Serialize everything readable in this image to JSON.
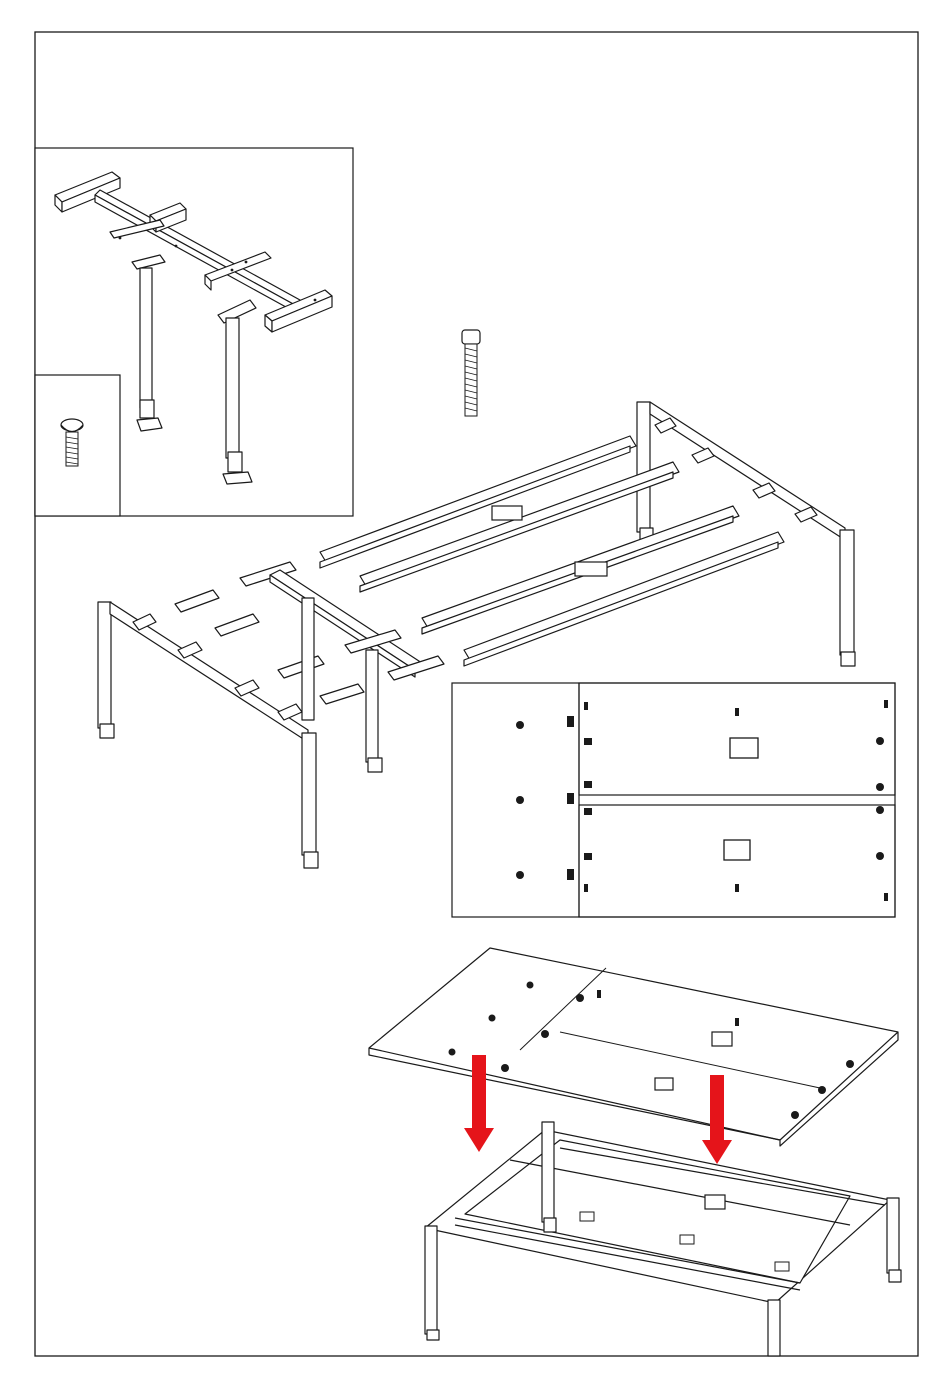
{
  "figure": {
    "steps": [
      {
        "id": "inset-parts",
        "label": ""
      },
      {
        "id": "frame-exploded",
        "label": ""
      },
      {
        "id": "tops-underside",
        "label": ""
      },
      {
        "id": "mount-top",
        "label": ""
      }
    ],
    "icons": [
      "screw-icon",
      "long-screw-icon",
      "down-arrow-icon"
    ],
    "colors": {
      "line": "#1a1a1a",
      "background": "#ffffff",
      "arrow": "#e5141a"
    }
  }
}
